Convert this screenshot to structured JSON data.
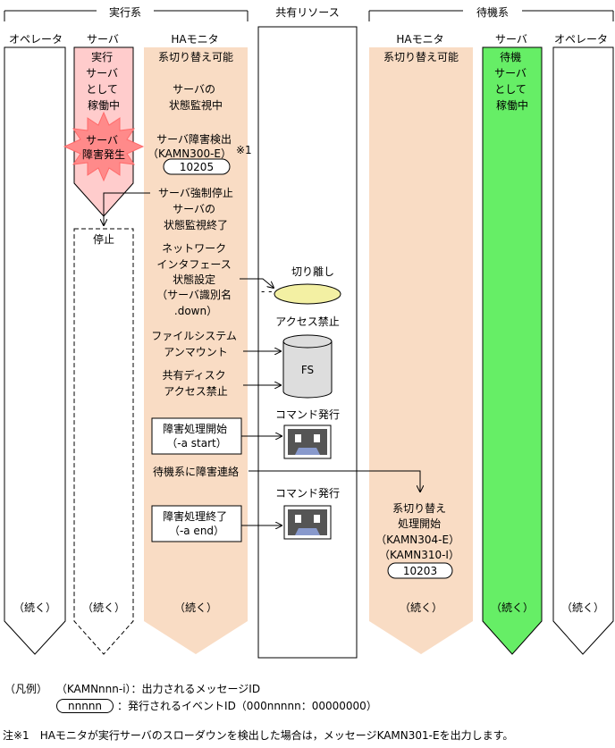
{
  "headers": {
    "active": "実行系",
    "shared": "共有リソース",
    "standby": "待機系"
  },
  "columns": {
    "operator_left": "オペレータ",
    "server_left": "サーバ",
    "hamon_left": "HAモニタ",
    "hamon_right": "HAモニタ",
    "server_right": "サーバ",
    "operator_right": "オペレータ"
  },
  "active_server": {
    "running": [
      "実行",
      "サーバ",
      "として",
      "稼働中"
    ],
    "fault": [
      "サーバ",
      "障害発生"
    ],
    "stopped": "停止",
    "continued": "（続く）"
  },
  "ha_active": {
    "switchable": "系切り替え可能",
    "monitoring": [
      "サーバの",
      "状態監視中"
    ],
    "detect": [
      "サーバ障害検出",
      "（KAMN300-E）"
    ],
    "detect_note": "※1",
    "event1": "10205",
    "forced_stop": "サーバ強制停止",
    "monitor_end": [
      "サーバの",
      "状態監視終了"
    ],
    "netif": [
      "ネットワーク",
      "インタフェース",
      "状態設定",
      "（サーバ識別名",
      ".down）"
    ],
    "unmount": [
      "ファイルシステム",
      "アンマウント"
    ],
    "disk": [
      "共有ディスク",
      "アクセス禁止"
    ],
    "cmd_start": [
      "障害処理開始",
      "（-a start）"
    ],
    "notify": "待機系に障害連絡",
    "cmd_end": [
      "障害処理終了",
      "（-a end）"
    ],
    "continued": "（続く）"
  },
  "shared": {
    "detach": "切り離し",
    "access_ban": "アクセス禁止",
    "fs": "FS",
    "cmd_issue_1": "コマンド発行",
    "cmd_issue_2": "コマンド発行"
  },
  "ha_standby": {
    "switchable": "系切り替え可能",
    "switch_start": [
      "系切り替え",
      "処理開始",
      "（KAMN304-E）",
      "（KAMN310-I）"
    ],
    "event2": "10203",
    "continued": "（続く）"
  },
  "standby_server": {
    "running": [
      "待機",
      "サーバ",
      "として",
      "稼働中"
    ],
    "continued": "（続く）"
  },
  "operator_continued": "（続く）",
  "legend": {
    "title": "（凡例）",
    "msg_sample": "（KAMNnnn-i）",
    "msg_desc": "：出力されるメッセージID",
    "event_sample": "nnnnn",
    "event_desc": "：発行されるイベントID（000nnnnn：00000000）"
  },
  "footnote": "注※1　HAモニタが実行サーバのスローダウンを検出した場合は，メッセージKAMN301-Eを出力します。",
  "colors": {
    "peach": "#f9dcc4",
    "pink": "#ffcccc",
    "burst": "#ff8a8a",
    "green": "#66ee66",
    "cylinder": "#dddddd",
    "ellipse": "#f3f0a3",
    "terminal": "#8899cc"
  }
}
